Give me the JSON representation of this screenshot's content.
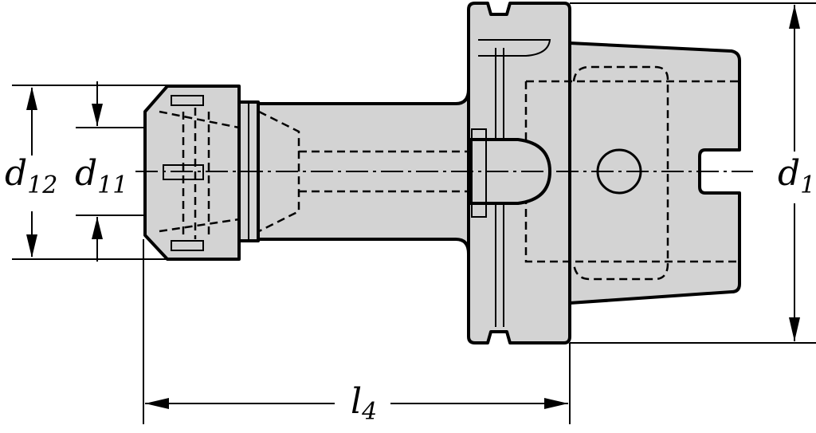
{
  "dimensions": {
    "d12": {
      "base": "d",
      "sub": "12"
    },
    "d11": {
      "base": "d",
      "sub": "11"
    },
    "d1": {
      "base": "d",
      "sub": "1"
    },
    "l4": {
      "base": "l",
      "sub": "4"
    }
  }
}
